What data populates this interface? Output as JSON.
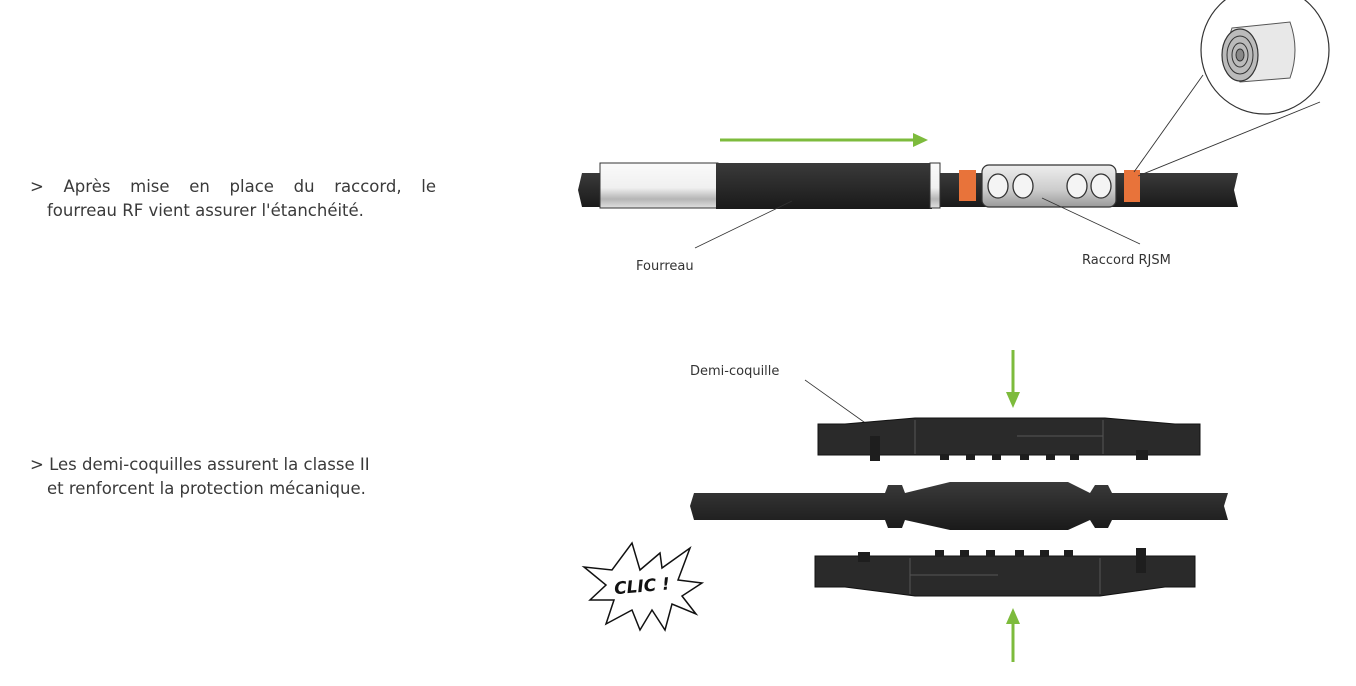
{
  "captions": [
    {
      "lines": [
        "> Après mise en place du raccord, le",
        "fourreau RF vient assurer l'étanchéité."
      ]
    },
    {
      "lines": [
        "> Les demi-coquilles assurent la classe II",
        "et renforcent la protection mécanique."
      ]
    }
  ],
  "diagram_top": {
    "label_sleeve": "Fourreau",
    "label_connector": "Raccord RJSM"
  },
  "diagram_bottom": {
    "label_shell": "Demi-coquille",
    "burst_text": "CLIC !"
  },
  "colors": {
    "arrow": "#7dbb3c",
    "band": "#e8733a",
    "cable": "#2b2b2b"
  }
}
